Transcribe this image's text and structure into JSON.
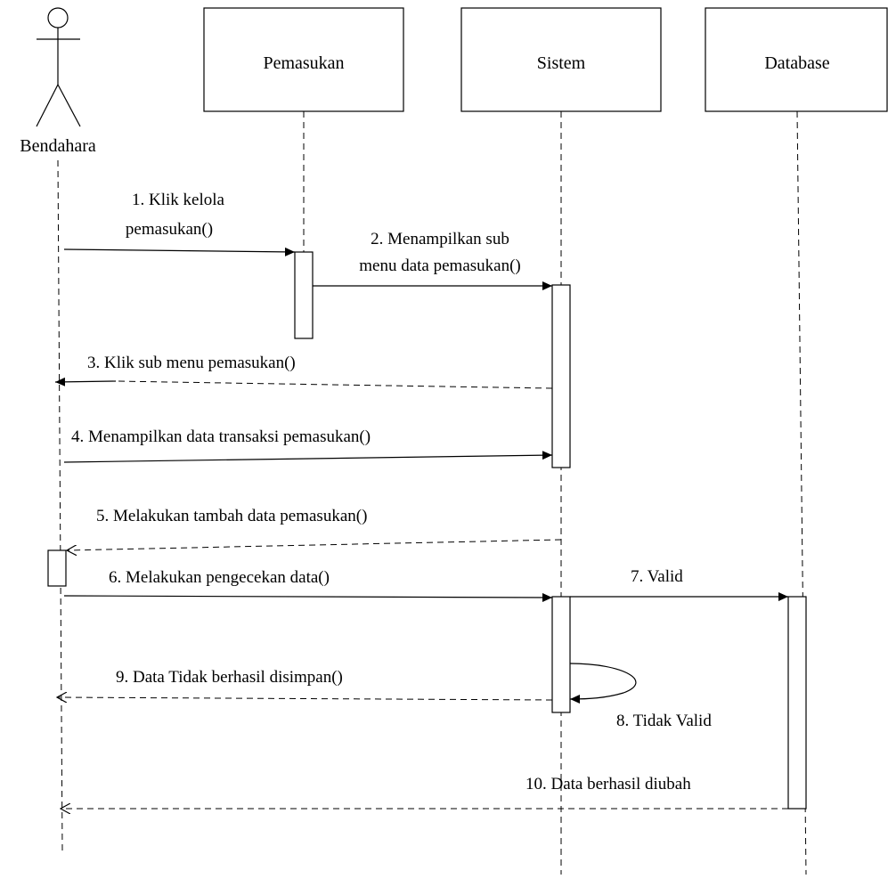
{
  "actor": {
    "label": "Bendahara"
  },
  "lifelines": [
    {
      "label": "Pemasukan"
    },
    {
      "label": "Sistem"
    },
    {
      "label": "Database"
    }
  ],
  "messages": [
    {
      "line1": "1. Klik kelola",
      "line2": "pemasukan()",
      "kind": "call"
    },
    {
      "line1": "2. Menampilkan sub",
      "line2": "menu data pemasukan()",
      "kind": "call"
    },
    {
      "line1": "3. Klik sub menu pemasukan()",
      "kind": "return"
    },
    {
      "line1": "4. Menampilkan data transaksi pemasukan()",
      "kind": "call"
    },
    {
      "line1": "5. Melakukan tambah data pemasukan()",
      "kind": "return"
    },
    {
      "line1": "6. Melakukan pengecekan data()",
      "kind": "call"
    },
    {
      "line1": "7. Valid",
      "kind": "call"
    },
    {
      "line1": "8. Tidak Valid",
      "kind": "self"
    },
    {
      "line1": "9. Data Tidak berhasil disimpan()",
      "kind": "return"
    },
    {
      "line1": "10. Data berhasil diubah",
      "kind": "return"
    }
  ]
}
